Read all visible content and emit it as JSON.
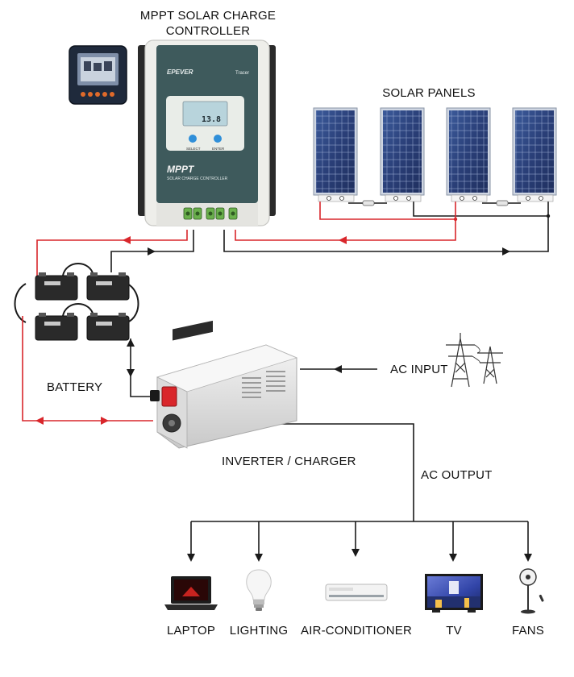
{
  "labels": {
    "controller_line1": "MPPT SOLAR CHARGE",
    "controller_line2": "CONTROLLER",
    "solar_panels": "SOLAR PANELS",
    "battery": "BATTERY",
    "ac_input": "AC INPUT",
    "inverter": "INVERTER / CHARGER",
    "ac_output": "AC OUTPUT"
  },
  "loads": [
    "LAPTOP",
    "LIGHTING",
    "AIR-CONDITIONER",
    "TV",
    "FANS"
  ],
  "device_text": {
    "brand": "EPEVER",
    "model": "Tracer",
    "screen_reading": "13.8",
    "button_select": "SELECT",
    "button_enter": "ENTER",
    "badge": "MPPT",
    "subtitle": "SOLAR CHARGE CONTROLLER"
  },
  "colors": {
    "positive_wire": "#d9262b",
    "negative_wire": "#1a1a1a",
    "controller_body": "#3e5a5c",
    "panel_blue": "#2b3f73",
    "inverter_terminal": "#d9262b"
  }
}
